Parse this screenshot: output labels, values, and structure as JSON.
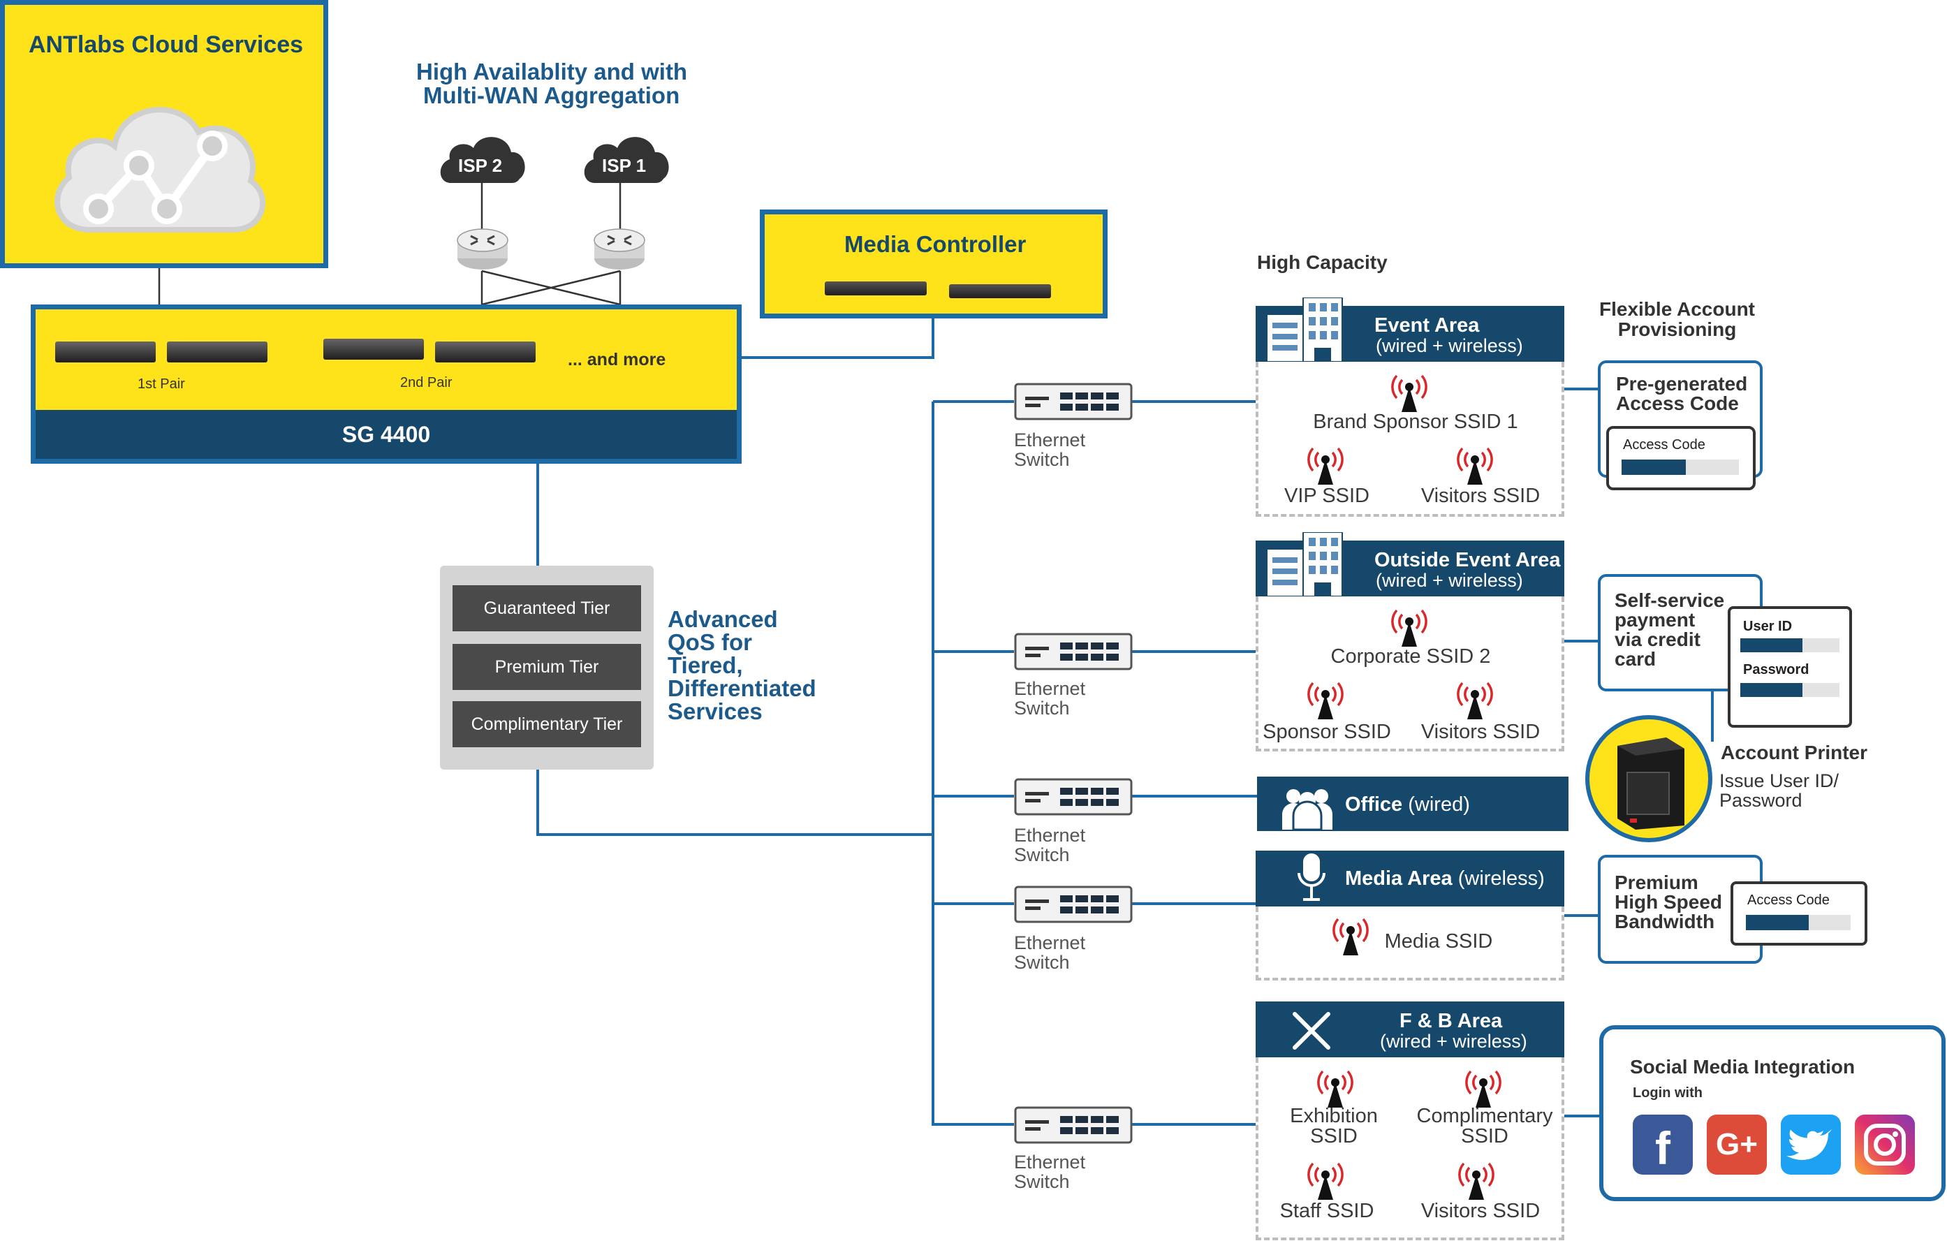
{
  "cloud": {
    "title": "ANTlabs Cloud Services",
    "icon": "cloud-network-icon"
  },
  "ha": {
    "line1": "High Availablity and with",
    "line2": "Multi-WAN Aggregation",
    "isp2": "ISP 2",
    "isp1": "ISP 1"
  },
  "media_controller": {
    "title": "Media Controller"
  },
  "sg": {
    "pair1": "1st Pair",
    "pair2": "2nd Pair",
    "more": "... and more",
    "title": "SG 4400"
  },
  "qos": {
    "tiers": [
      "Guaranteed Tier",
      "Premium Tier",
      "Complimentary Tier"
    ],
    "label_lines": [
      "Advanced",
      "QoS for",
      "Tiered,",
      "Differentiated",
      "Services"
    ]
  },
  "switch_label": {
    "line1": "Ethernet",
    "line2": "Switch"
  },
  "high_capacity": "High Capacity",
  "areas": {
    "event": {
      "title": "Event Area",
      "sub": "(wired + wireless)",
      "ssid_main": "Brand Sponsor SSID 1",
      "ssid_left": "VIP SSID",
      "ssid_right": "Visitors SSID"
    },
    "outside": {
      "title": "Outside Event Area",
      "sub": "(wired + wireless)",
      "ssid_main": "Corporate SSID 2",
      "ssid_left": "Sponsor SSID",
      "ssid_right": "Visitors SSID"
    },
    "office": {
      "title": "Office",
      "sub": "(wired)"
    },
    "media": {
      "title": "Media Area",
      "sub": "(wireless)",
      "ssid_main": "Media SSID"
    },
    "fb": {
      "title": "F & B Area",
      "sub": "(wired + wireless)",
      "ssid_tl1": "Exhibition",
      "ssid_tl2": "SSID",
      "ssid_tr1": "Complimentary",
      "ssid_tr2": "SSID",
      "ssid_bl": "Staff SSID",
      "ssid_br": "Visitors SSID"
    }
  },
  "flex": {
    "line1": "Flexible Account",
    "line2": "Provisioning"
  },
  "pregen": {
    "line1": "Pre-generated",
    "line2": "Access Code",
    "field": "Access Code"
  },
  "selfservice": {
    "line1": "Self-service",
    "line2": "payment",
    "line3": "via credit",
    "line4": "card",
    "user_id": "User ID",
    "password": "Password"
  },
  "printer": {
    "title": "Account Printer",
    "line1": "Issue User ID/",
    "line2": "Password"
  },
  "premium": {
    "line1": "Premium",
    "line2": "High Speed",
    "line3": "Bandwidth",
    "field": "Access Code"
  },
  "social": {
    "title": "Social Media Integration",
    "login": "Login with",
    "networks": [
      "facebook-icon",
      "google-plus-icon",
      "twitter-icon",
      "instagram-icon"
    ]
  },
  "colors": {
    "yellow": "#ffe31a",
    "navy": "#16486b",
    "blue": "#1d6aa7",
    "grey": "#4a4a4a",
    "wifi_red": "#d8282a"
  }
}
